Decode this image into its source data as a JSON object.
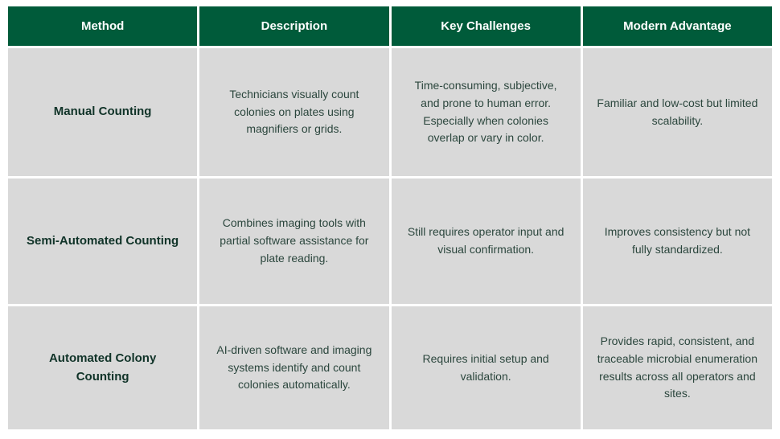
{
  "colors": {
    "header_bg": "#005b3a",
    "header_text": "#ffffff",
    "cell_bg": "#d9d9d9",
    "body_text": "#2b463d",
    "method_text": "#103328"
  },
  "table": {
    "columns": [
      "Method",
      "Description",
      "Key Challenges",
      "Modern Advantage"
    ],
    "rows": [
      {
        "method": "Manual Counting",
        "description": "Technicians visually count colonies on plates using magnifiers or grids.",
        "challenges": "Time-consuming, subjective, and prone to human error. Especially when colonies overlap or vary in color.",
        "advantage": "Familiar and low-cost but limited scalability."
      },
      {
        "method": "Semi-Automated Counting",
        "description": "Combines imaging tools with partial software assistance for plate reading.",
        "challenges": "Still requires operator input and visual confirmation.",
        "advantage": "Improves consistency but not fully standardized."
      },
      {
        "method": "Automated Colony Counting",
        "description": "AI-driven software and imaging systems identify and count colonies automatically.",
        "challenges": "Requires initial setup and validation.",
        "advantage": "Provides rapid, consistent, and traceable microbial enumeration results across all operators and sites."
      }
    ]
  }
}
